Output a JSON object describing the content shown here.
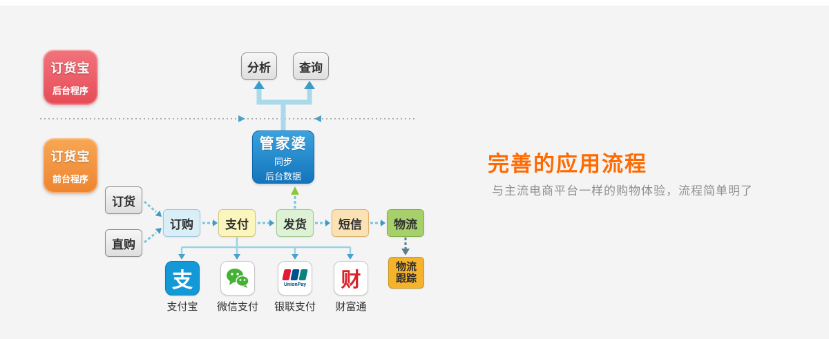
{
  "heading": {
    "title": "完善的应用流程",
    "subtitle": "与主流电商平台一样的购物体验，流程简单明了"
  },
  "badges": {
    "backend": {
      "logo": "订货宝",
      "label": "后台程序"
    },
    "frontend": {
      "logo": "订货宝",
      "label": "前台程序"
    }
  },
  "analytics": {
    "analysis": "分析",
    "query": "查询"
  },
  "hub": {
    "title": "管家婆",
    "sub1": "同步",
    "sub2": "后台数据"
  },
  "flow": {
    "sources": [
      {
        "label": "订货"
      },
      {
        "label": "直购"
      }
    ],
    "steps": [
      {
        "label": "订购"
      },
      {
        "label": "支付"
      },
      {
        "label": "发货"
      },
      {
        "label": "短信"
      },
      {
        "label": "物流"
      }
    ],
    "tracking": {
      "line1": "物流",
      "line2": "跟踪"
    }
  },
  "payments": {
    "alipay": {
      "label": "支付宝",
      "glyph": "支"
    },
    "wechat": {
      "label": "微信支付"
    },
    "unionpay": {
      "label": "银联支付",
      "glyph": "UnionPay"
    },
    "tenpay": {
      "label": "财富通",
      "glyph": "财"
    }
  },
  "colors": {
    "accent_orange": "#ff6a00",
    "hub_blue": "#1e86c8",
    "backend_red": "#ec5560",
    "frontend_orange": "#f3913a",
    "connector_teal": "#3d9cc6",
    "wuliu_green": "#a7d06b",
    "tracking_amber": "#f5b32b"
  }
}
